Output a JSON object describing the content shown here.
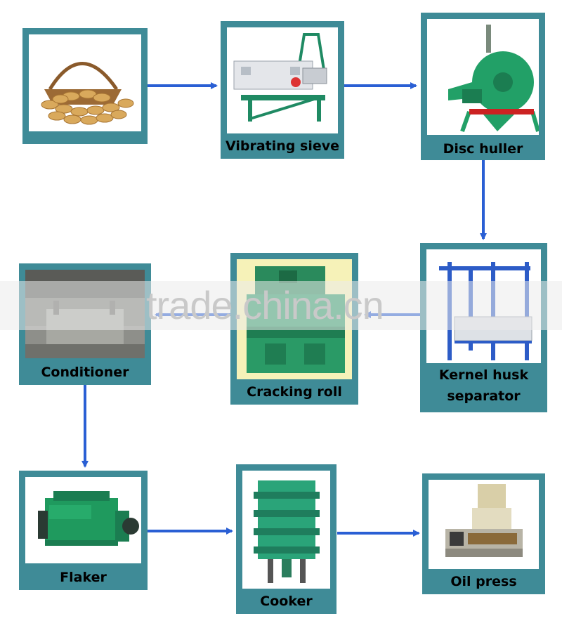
{
  "steps": {
    "raw": {
      "label": ""
    },
    "sieve": {
      "label": "Vibrating sieve"
    },
    "huller": {
      "label": "Disc huller"
    },
    "separator": {
      "label_line1": "Kernel husk",
      "label_line2": "separator"
    },
    "cracking": {
      "label": "Cracking roll"
    },
    "conditioner": {
      "label": "Conditioner"
    },
    "flaker": {
      "label": "Flaker"
    },
    "cooker": {
      "label": "Cooker"
    },
    "press": {
      "label": "Oil press"
    }
  },
  "watermark": "trade.china.cn",
  "colors": {
    "box": "#3f8b97",
    "arrow": "#2a5fd4",
    "machine_green": "#22a067"
  }
}
